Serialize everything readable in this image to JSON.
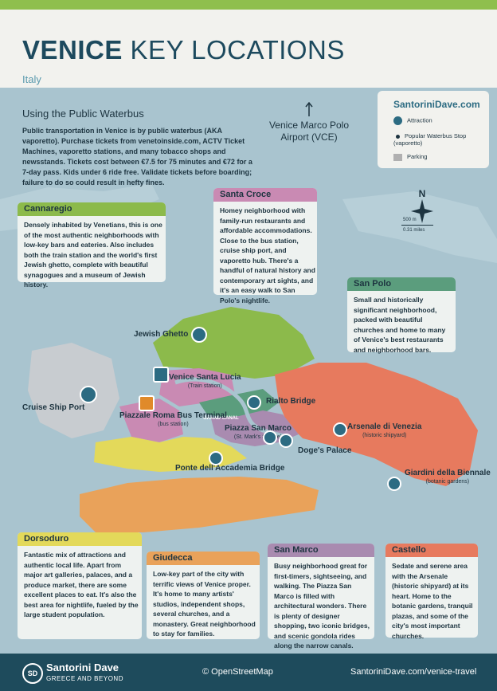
{
  "header": {
    "title_bold": "VENICE",
    "title_light": "KEY LOCATIONS",
    "subtitle": "Italy"
  },
  "intro": {
    "heading": "Using the Public Waterbus",
    "text": "Public transportation in Venice is by public waterbus (AKA vaporetto). Purchase tickets from venetoinside.com, ACTV Ticket Machines, vaporetto stations, and many tobacco shops and newsstands. Tickets cost between €7.5 for 75 minutes and €72 for a 7-day pass. Kids under 6 ride free. Validate tickets before boarding; failure to do so could result in hefty fines."
  },
  "airport": {
    "label": "Venice Marco Polo Airport (VCE)"
  },
  "legend": {
    "brand": "SantoriniDave.com",
    "attraction": "Attraction",
    "waterbus": "Popular Waterbus Stop (vaporetto)",
    "parking": "Parking"
  },
  "compass": {
    "north": "N"
  },
  "scale": {
    "meters": "500 m",
    "miles": "0.31 miles"
  },
  "neighborhoods": {
    "cannaregio": {
      "name": "Cannaregio",
      "text": "Densely inhabited by Venetians, this is one of the most authentic neighborhoods with low-key bars and eateries. Also includes both the train station and the world's first Jewish ghetto, complete with beautiful synagogues and a museum of Jewish history.",
      "color": "#7fae42"
    },
    "santa_croce": {
      "name": "Santa Croce",
      "text": "Homey neighborhood with family-run restaurants and affordable accommodations. Close to the bus station, cruise ship port, and vaporetto hub. There's a handful of natural history and contemporary art sights, and it's an easy walk to San Polo's nightlife.",
      "color": "#c07aa8"
    },
    "san_polo": {
      "name": "San Polo",
      "text": "Small and historically significant neighborhood, packed with beautiful churches and home to many of Venice's best restaurants and neighborhood bars.",
      "color": "#5b9d7d"
    },
    "dorsoduro": {
      "name": "Dorsoduro",
      "text": "Fantastic mix of attractions and authentic local life. Apart from major art galleries, palaces, and a produce market, there are some excellent places to eat. It's also the best area for nightlife, fueled by the large student population.",
      "color": "#e3d95a"
    },
    "giudecca": {
      "name": "Giudecca",
      "text": "Low-key part of the city with terrific views of Venice proper. It's home to many artists' studios, independent shops, several churches, and a monastery. Great neighborhood to stay for families.",
      "color": "#e9a25a"
    },
    "san_marco": {
      "name": "San Marco",
      "text": "Busy neighborhood great for first-timers, sightseeing, and walking. The Piazza San Marco is filled with architectural wonders. There is plenty of designer shopping, two iconic bridges, and scenic gondola rides along the narrow canals.",
      "color": "#a98bb0"
    },
    "castello": {
      "name": "Castello",
      "text": "Sedate and serene area with the Arsenale (historic shipyard) at its heart. Home to the botanic gardens, tranquil plazas, and some of the city's most important churches.",
      "color": "#e77a5e"
    }
  },
  "places": {
    "jewish_ghetto": "Jewish Ghetto",
    "santa_lucia": "Venice Santa Lucia",
    "santa_lucia_sub": "(Train station)",
    "rialto": "Rialto Bridge",
    "grand_canal": "GRAND CANAL",
    "piazza_san_marco": "Piazza San Marco",
    "piazza_sub": "(St. Mark's Square)",
    "doges_palace": "Doge's Palace",
    "arsenale": "Arsenale di Venezia",
    "arsenale_sub": "(historic shipyard)",
    "giardini": "Giardini della Biennale",
    "giardini_sub": "(botanic gardens)",
    "piazzale_roma": "Piazzale Roma Bus Terminal",
    "piazzale_sub": "(bus station)",
    "cruise_port": "Cruise Ship Port",
    "accademia": "Ponte dell'Accademia Bridge"
  },
  "footer": {
    "logo": "SD",
    "brand": "Santorini Dave",
    "tagline": "GREECE AND BEYOND",
    "credit": "© OpenStreetMap",
    "url": "SantoriniDave.com/venice-travel"
  }
}
